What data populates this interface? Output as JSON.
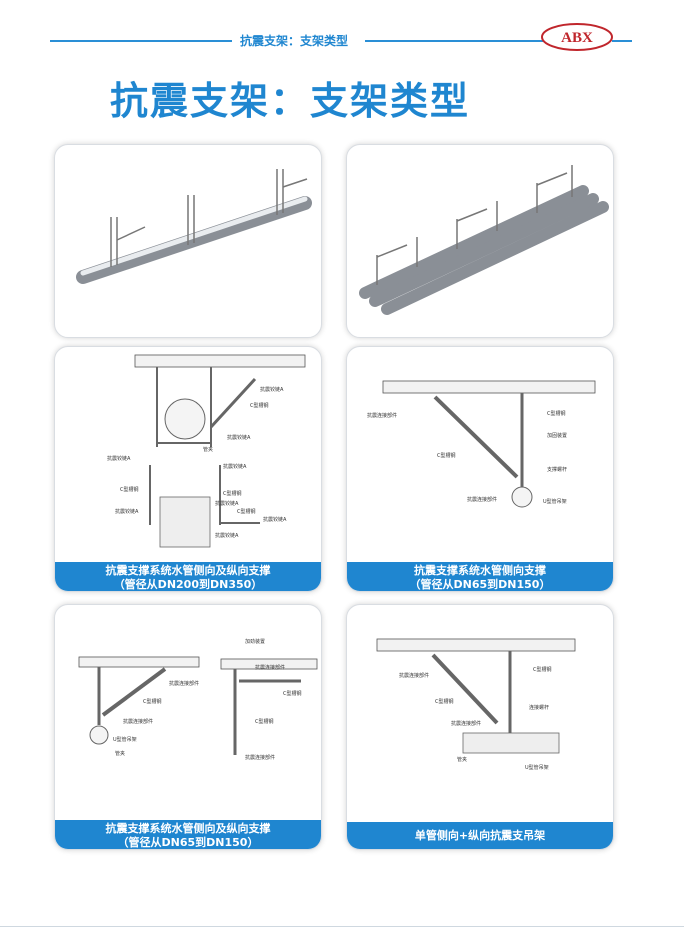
{
  "header": {
    "section": "抗震支架：支架类型",
    "logo_text": "ABX"
  },
  "page_title": "抗震支架：支架类型",
  "panels": [
    {
      "caption_line1": "",
      "caption_line2": "",
      "labels": []
    },
    {
      "caption_line1": "",
      "caption_line2": "",
      "labels": []
    },
    {
      "caption_line1": "抗震支撑系统水管侧向及纵向支撑",
      "caption_line2": "（管径从DN200到DN350）",
      "labels": [
        "抗震铰链A",
        "C型槽钢",
        "抗震铰链A",
        "管夹",
        "抗震铰链A",
        "抗震铰链A",
        "C型槽钢",
        "C型槽钢",
        "抗震铰链A",
        "C型槽钢",
        "抗震铰链A",
        "抗震铰链A",
        "抗震铰链A"
      ]
    },
    {
      "caption_line1": "抗震支撑系统水管侧向支撑",
      "caption_line2": "（管径从DN65到DN150）",
      "labels": [
        "抗震连接部件",
        "C型槽钢",
        "C型槽钢",
        "加固装置",
        "支撑螺杆",
        "抗震连接部件",
        "U型管吊架"
      ]
    },
    {
      "caption_line1": "抗震支撑系统水管侧向及纵向支撑",
      "caption_line2": "（管径从DN65到DN150）",
      "labels": [
        "抗震连接部件",
        "C型槽钢",
        "抗震连接部件",
        "U型管吊架",
        "管夹",
        "加劲装置",
        "抗震连接部件",
        "C型槽钢",
        "C型槽钢",
        "抗震连接部件"
      ]
    },
    {
      "caption_line1": "单管侧向+纵向抗震支吊架",
      "caption_line2": "",
      "labels": [
        "C型槽钢",
        "抗震连接部件",
        "C型槽钢",
        "连接螺杆",
        "抗震连接部件",
        "管夹",
        "U型管吊架"
      ]
    }
  ],
  "colors": {
    "accent": "#1f86d0",
    "logo_red": "#c0262c"
  }
}
